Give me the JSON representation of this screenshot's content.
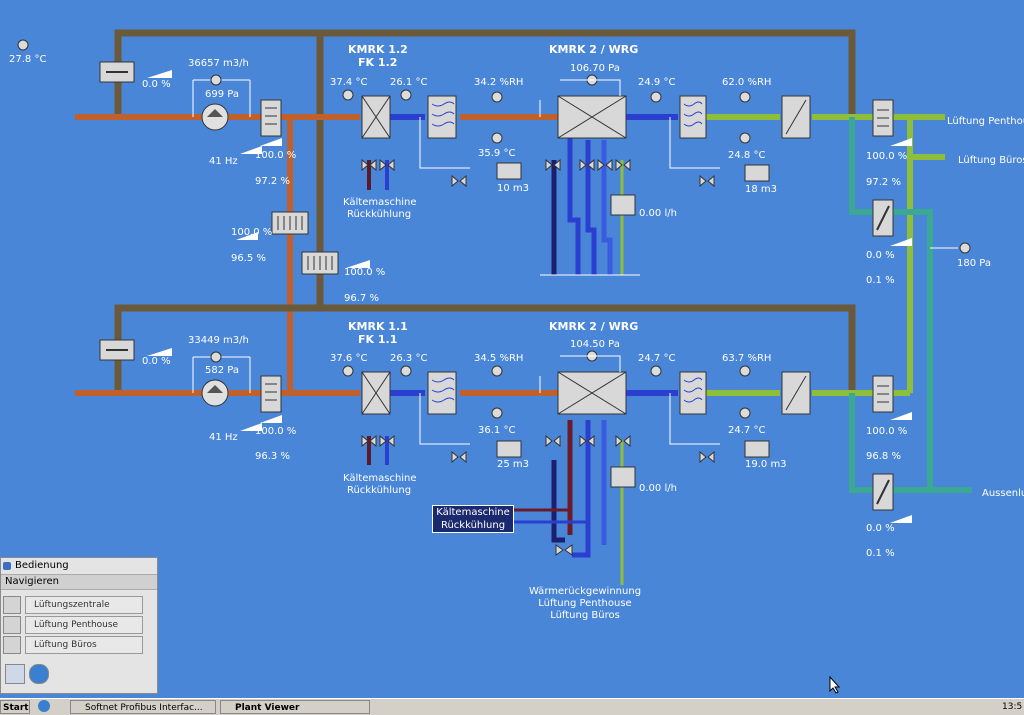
{
  "outdoor_temp": "27.8 °C",
  "units": {
    "upper": {
      "title_left": "KMRK 1.2",
      "title_left2": "FK 1.2",
      "title_right": "KMRK 2 / WRG",
      "damper_pct": "0.0 %",
      "flow": "36657 m3/h",
      "fan_pressure": "699 Pa",
      "fan_freq": "41 Hz",
      "filter_pct": "100.0 %",
      "filter_pct2": "97.2 %",
      "temp_after_recovery": "37.4 °C",
      "temp_after_cooler": "26.1 °C",
      "rh_1": "34.2 %RH",
      "temp_mid": "35.9 °C",
      "volume_1": "10 m3",
      "wrg_pressure": "106.70 Pa",
      "temp_after_wrg": "24.9 °C",
      "rh_2": "62.0 %RH",
      "temp_supply": "24.8 °C",
      "volume_2": "18 m3",
      "flow_rate": "0.00 l/h",
      "chiller_label": "Kältemaschine",
      "chiller_label2": "Rückkühlung",
      "right_pct1": "100.0 %",
      "right_pct2": "97.2 %",
      "right_pct3": "0.0 %",
      "right_pct4": "0.1 %",
      "right_pressure": "180 Pa",
      "out_label1": "Lüftung Penthouse",
      "out_label2": "Lüftung Büros"
    },
    "cross": {
      "pct1": "100.0 %",
      "pct2": "96.5 %",
      "pct3": "100.0 %",
      "pct4": "96.7 %"
    },
    "lower": {
      "title_left": "KMRK 1.1",
      "title_left2": "FK 1.1",
      "title_right": "KMRK 2 / WRG",
      "damper_pct": "0.0 %",
      "flow": "33449 m3/h",
      "fan_pressure": "582 Pa",
      "fan_freq": "41 Hz",
      "filter_pct": "100.0 %",
      "filter_pct2": "96.3 %",
      "temp_after_recovery": "37.6 °C",
      "temp_after_cooler": "26.3 °C",
      "rh_1": "34.5 %RH",
      "temp_mid": "36.1 °C",
      "volume_1": "25 m3",
      "wrg_pressure": "104.50 Pa",
      "temp_after_wrg": "24.7 °C",
      "rh_2": "63.7 %RH",
      "temp_supply": "24.7 °C",
      "volume_2": "19.0 m3",
      "flow_rate": "0.00 l/h",
      "chiller_label": "Kältemaschine",
      "chiller_label2": "Rückkühlung",
      "right_pct1": "100.0 %",
      "right_pct2": "96.8 %",
      "right_pct3": "0.0 %",
      "right_pct4": "0.1 %",
      "out_label": "Aussenlu"
    }
  },
  "bottom": {
    "tag_line1": "Kältemaschine",
    "tag_line2": "Rückkühlung",
    "recovery_1": "Wärmerückgewinnung",
    "recovery_2": "Lüftung Penthouse",
    "recovery_3": "Lüftung Büros"
  },
  "bedienung": {
    "title": "Bedienung",
    "navigate": "Navigieren",
    "items": [
      "Lüftungszentrale",
      "Lüftung Penthouse",
      "Lüftung Büros"
    ]
  },
  "taskbar": {
    "start": "Start",
    "task1": "Softnet Profibus Interfac...",
    "task2": "Plant Viewer",
    "clock": "13:5"
  },
  "colors": {
    "background": "#4a86d8",
    "pipe_brown": "#6b5a3a",
    "pipe_orange": "#c0602a",
    "pipe_blue": "#2a3fd0",
    "pipe_green": "#8fbf3a",
    "pipe_teal": "#3aa892"
  }
}
